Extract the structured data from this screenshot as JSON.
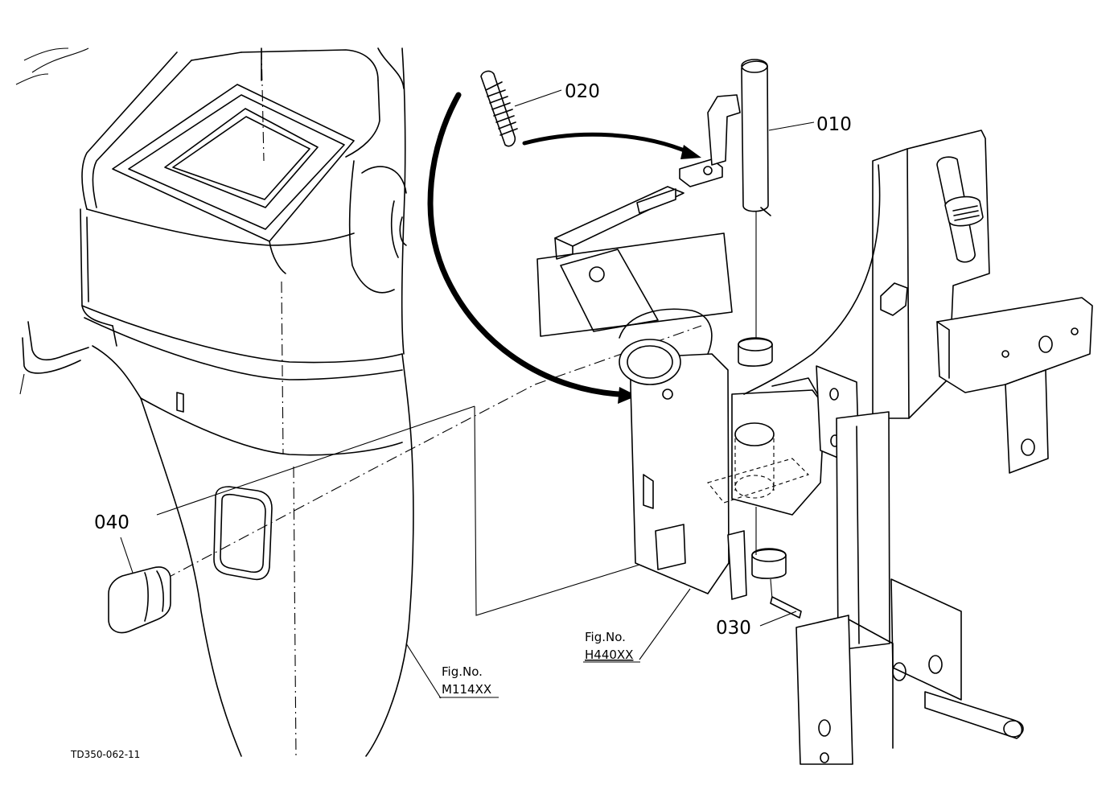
{
  "callouts": {
    "part_010": "010",
    "part_020": "020",
    "part_030": "030",
    "part_040": "040"
  },
  "figure_refs": {
    "ref_1": {
      "prefix": "Fig.No.",
      "code": "H440XX"
    },
    "ref_2": {
      "prefix": "Fig.No.",
      "code": "M114XX"
    }
  },
  "drawing_id": "TD350-062-11"
}
